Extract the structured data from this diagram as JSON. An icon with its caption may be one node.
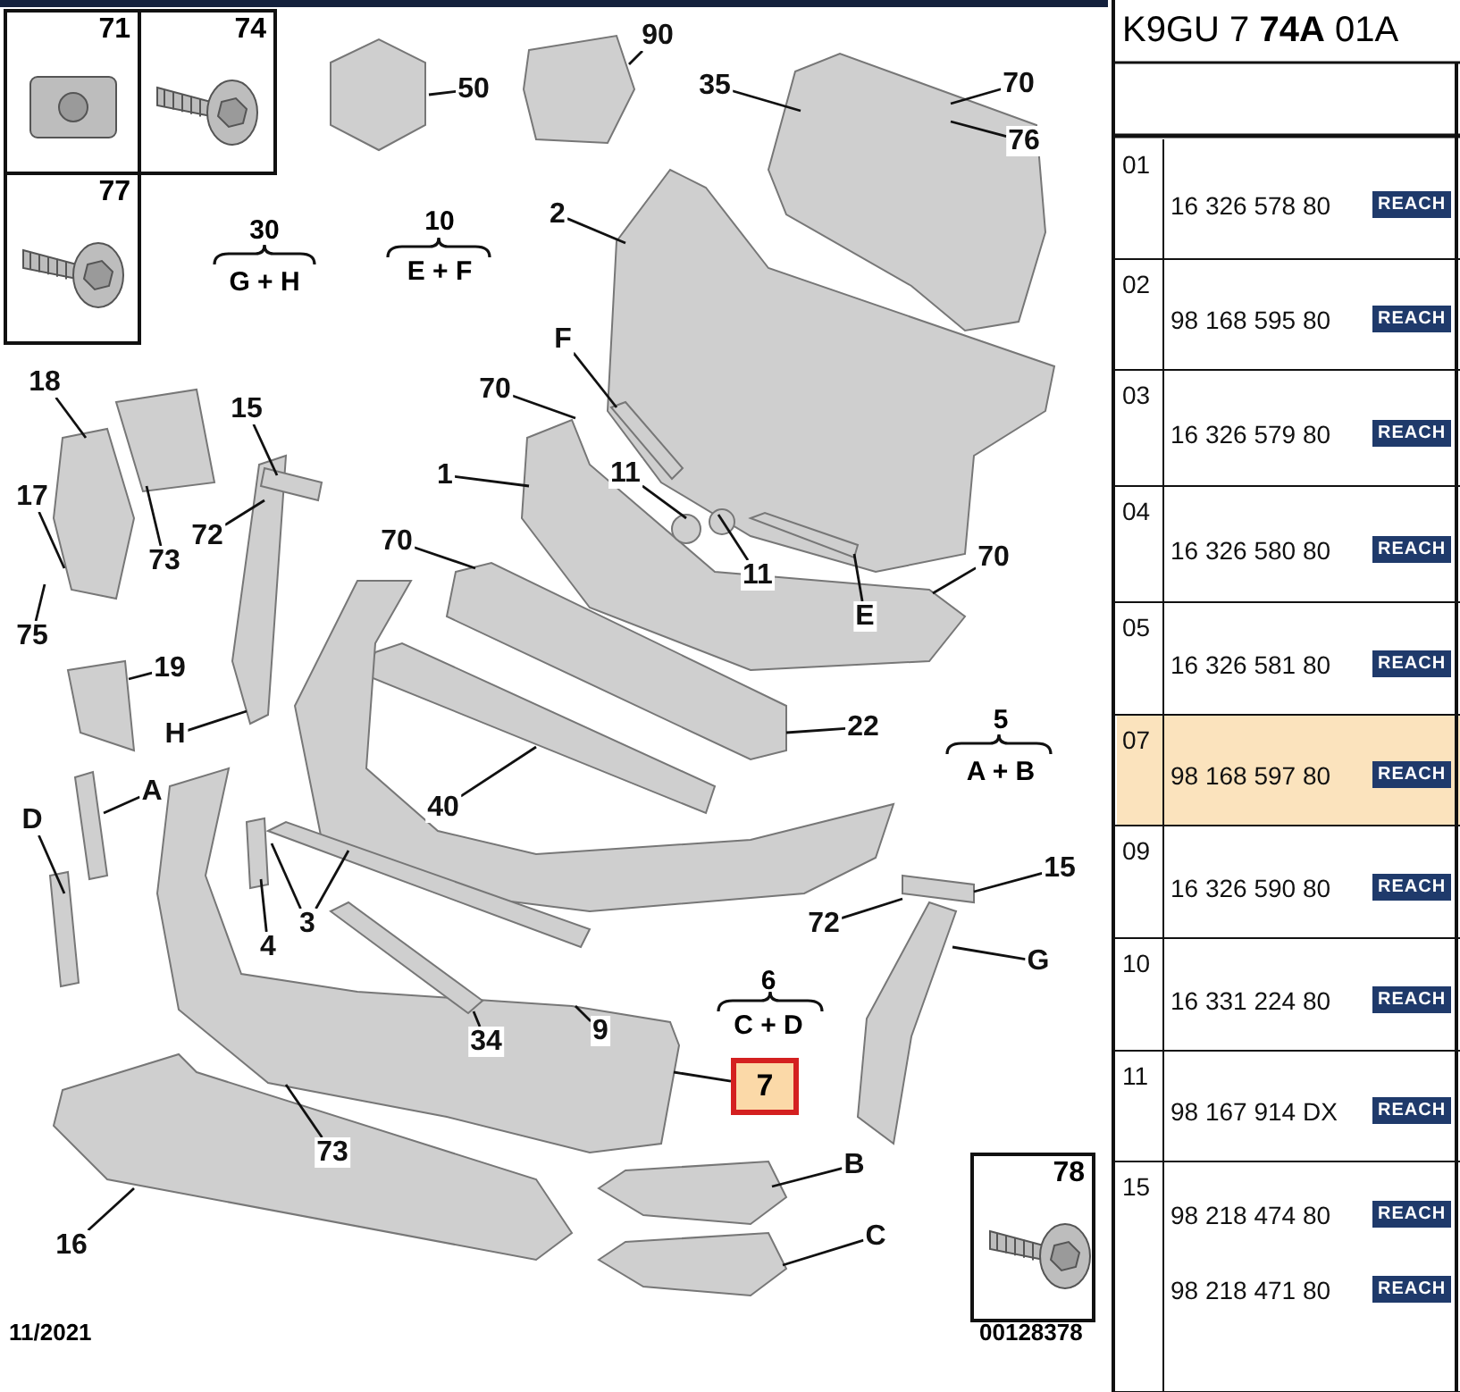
{
  "diagram": {
    "nodes": [
      {
        "text": [
          "71"
        ]
      },
      {
        "text": [
          "74"
        ]
      },
      {
        "text": [
          "77"
        ]
      },
      {
        "text": [
          "50"
        ]
      },
      {
        "text": [
          "90"
        ]
      },
      {
        "text": [
          "35"
        ]
      },
      {
        "text": [
          "70"
        ]
      },
      {
        "text": [
          "76"
        ]
      },
      {
        "text": [
          "2"
        ]
      },
      {
        "text": [
          "18"
        ]
      },
      {
        "text": [
          "15"
        ]
      },
      {
        "text": [
          "70"
        ]
      },
      {
        "text": [
          "F"
        ]
      },
      {
        "text": [
          "1"
        ]
      },
      {
        "text": [
          "11"
        ]
      },
      {
        "text": [
          "17"
        ]
      },
      {
        "text": [
          "73"
        ]
      },
      {
        "text": [
          "72"
        ]
      },
      {
        "text": [
          "70"
        ]
      },
      {
        "text": [
          "11"
        ]
      },
      {
        "text": [
          "E"
        ]
      },
      {
        "text": [
          "70"
        ]
      },
      {
        "text": [
          "75"
        ]
      },
      {
        "text": [
          "19"
        ]
      },
      {
        "text": [
          "H"
        ]
      },
      {
        "text": [
          "22"
        ]
      },
      {
        "text": [
          "40"
        ]
      },
      {
        "text": [
          "A"
        ]
      },
      {
        "text": [
          "D"
        ]
      },
      {
        "text": [
          "3"
        ]
      },
      {
        "text": [
          "4"
        ]
      },
      {
        "text": [
          "15"
        ]
      },
      {
        "text": [
          "72"
        ]
      },
      {
        "text": [
          "G"
        ]
      },
      {
        "text": [
          "9"
        ]
      },
      {
        "text": [
          "34"
        ]
      },
      {
        "text": [
          "7"
        ]
      },
      {
        "text": [
          "73"
        ]
      },
      {
        "text": [
          "B"
        ]
      },
      {
        "text": [
          "16"
        ]
      },
      {
        "text": [
          "C"
        ]
      },
      {
        "text": [
          "78"
        ]
      }
    ],
    "edges": [
      {
        "from": 3,
        "to": null,
        "arrow": "none"
      },
      {
        "from": 4,
        "to": null,
        "arrow": "none"
      },
      {
        "from": 5,
        "to": null,
        "arrow": "none"
      },
      {
        "from": 6,
        "to": null,
        "arrow": "none"
      },
      {
        "from": 7,
        "to": null,
        "arrow": "none"
      },
      {
        "from": 8,
        "to": null,
        "arrow": "none"
      },
      {
        "from": 9,
        "to": null,
        "arrow": "none"
      },
      {
        "from": 10,
        "to": null,
        "arrow": "none"
      },
      {
        "from": 11,
        "to": null,
        "arrow": "none"
      },
      {
        "from": 12,
        "to": null,
        "arrow": "none"
      },
      {
        "from": 13,
        "to": null,
        "arrow": "none"
      },
      {
        "from": 14,
        "to": null,
        "arrow": "none"
      },
      {
        "from": 15,
        "to": null,
        "arrow": "none"
      },
      {
        "from": 16,
        "to": null,
        "arrow": "none"
      },
      {
        "from": 17,
        "to": null,
        "arrow": "none"
      },
      {
        "from": 18,
        "to": null,
        "arrow": "none"
      },
      {
        "from": 19,
        "to": null,
        "arrow": "none"
      },
      {
        "from": 20,
        "to": null,
        "arrow": "none"
      },
      {
        "from": 21,
        "to": null,
        "arrow": "none"
      },
      {
        "from": 22,
        "to": null,
        "arrow": "none"
      },
      {
        "from": 23,
        "to": null,
        "arrow": "none"
      },
      {
        "from": 24,
        "to": null,
        "arrow": "none"
      },
      {
        "from": 25,
        "to": null,
        "arrow": "none"
      },
      {
        "from": 26,
        "to": null,
        "arrow": "none"
      },
      {
        "from": 27,
        "to": null,
        "arrow": "none"
      },
      {
        "from": 28,
        "to": null,
        "arrow": "none"
      },
      {
        "from": 29,
        "to": null,
        "arrow": "none"
      },
      {
        "from": 29,
        "to": null,
        "arrow": "none"
      },
      {
        "from": 30,
        "to": null,
        "arrow": "none"
      },
      {
        "from": 31,
        "to": null,
        "arrow": "none"
      },
      {
        "from": 32,
        "to": null,
        "arrow": "none"
      },
      {
        "from": 33,
        "to": null,
        "arrow": "none"
      },
      {
        "from": 34,
        "to": null,
        "arrow": "none"
      },
      {
        "from": 35,
        "to": null,
        "arrow": "none"
      },
      {
        "from": 36,
        "to": null,
        "arrow": "none"
      },
      {
        "from": 37,
        "to": null,
        "arrow": "none"
      },
      {
        "from": 38,
        "to": null,
        "arrow": "none"
      },
      {
        "from": 39,
        "to": null,
        "arrow": "none"
      },
      {
        "from": 40,
        "to": null,
        "arrow": "none"
      }
    ],
    "labels": [
      "30",
      "G + H",
      "10",
      "E + F",
      "5",
      "A + B",
      "6",
      "C + D",
      "11/2021",
      "00128378",
      "K9GU 7 **74A** 01A",
      "01",
      "16 326 578 80",
      "REACH",
      "02",
      "98 168 595 80",
      "REACH",
      "03",
      "16 326 579 80",
      "REACH",
      "04",
      "16 326 580 80",
      "REACH",
      "05",
      "16 326 581 80",
      "REACH",
      "07",
      "98 168 597 80",
      "REACH",
      "09",
      "16 326 590 80",
      "REACH",
      "10",
      "16 331 224 80",
      "REACH",
      "11",
      "98 167 914 DX",
      "REACH",
      "15",
      "98 218 474 80",
      "REACH",
      "98 218 471 80",
      "REACH"
    ]
  }
}
